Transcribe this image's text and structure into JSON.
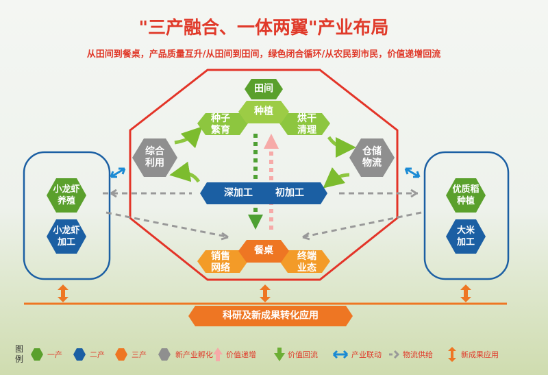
{
  "title": "\"三产融合、一体两翼\"产业布局",
  "subtitle": "从田间到餐桌，产品质量互升/从田间到田间，绿色闭合循环/从农民到市民，价值递增回流",
  "center": {
    "field": "田间",
    "planting": "种植",
    "seed": "种子\n繁育",
    "drying": "烘干\n清理",
    "reuse": "综合\n利用",
    "storage": "仓储\n物流",
    "deep": "深加工",
    "primary": "初加工",
    "table": "餐桌",
    "sales": "销售\n网络",
    "terminal": "终端\n业态"
  },
  "left_wing": {
    "top": "小龙虾\n养殖",
    "bottom": "小龙虾\n加工"
  },
  "right_wing": {
    "top": "优质稻\n种植",
    "bottom": "大米\n加工"
  },
  "banner": "科研及新成果转化应用",
  "legend": {
    "title": "图\n例",
    "items": [
      "一产",
      "二产",
      "三产",
      "新产业孵化",
      "价值递增",
      "价值回流",
      "产业联动",
      "物流供给",
      "新成果应用"
    ]
  },
  "colors": {
    "red": "#e03a2a",
    "green_dark": "#5aa02c",
    "green_light": "#8dc63f",
    "blue": "#1b5fa3",
    "orange": "#ee7623",
    "orange_light": "#f39b28",
    "gray": "#8f8f8f",
    "pink": "#f6aaa8"
  }
}
